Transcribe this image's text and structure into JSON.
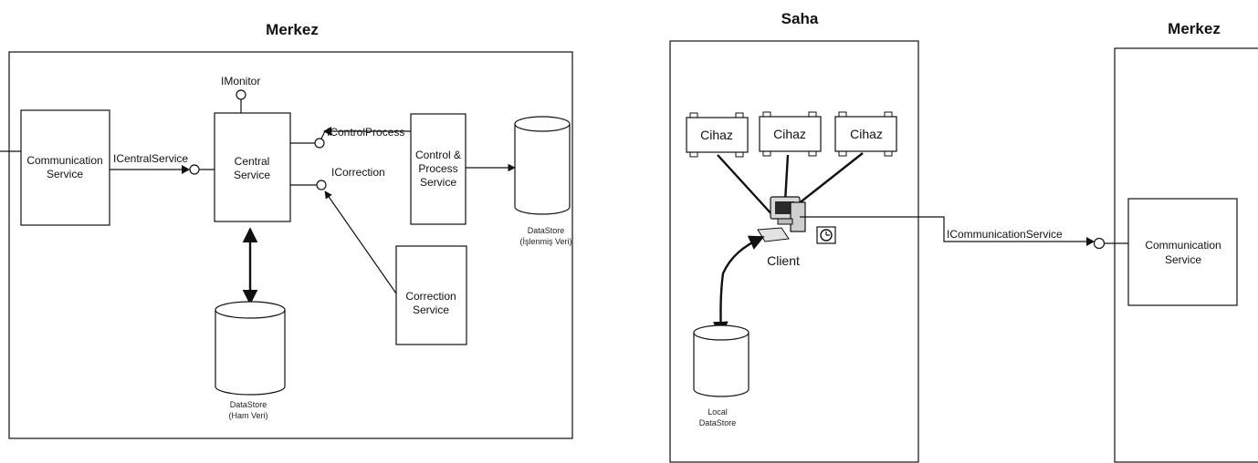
{
  "left_diagram": {
    "title": "Merkez",
    "communication_service": [
      "Communication",
      "Service"
    ],
    "central_service": [
      "Central",
      "Service"
    ],
    "control_process_service": [
      "Control &",
      "Process",
      "Service"
    ],
    "correction_service": [
      "Correction",
      "Service"
    ],
    "iface_monitor": "IMonitor",
    "iface_central": "ICentralService",
    "iface_control": "IControlProcess",
    "iface_correction": "ICorrection",
    "store_processed": [
      "DataStore",
      "(İşlenmiş Veri)"
    ],
    "store_raw": [
      "DataStore",
      "(Ham Veri)"
    ]
  },
  "right_diagram": {
    "title_site": "Saha",
    "title_center": "Merkez",
    "devices": [
      "Cihaz",
      "Cihaz",
      "Cihaz"
    ],
    "client": "Client",
    "local_store": [
      "Local",
      "DataStore"
    ],
    "iface_comm": "ICommunicationService",
    "communication_service": [
      "Communication",
      "Service"
    ]
  }
}
